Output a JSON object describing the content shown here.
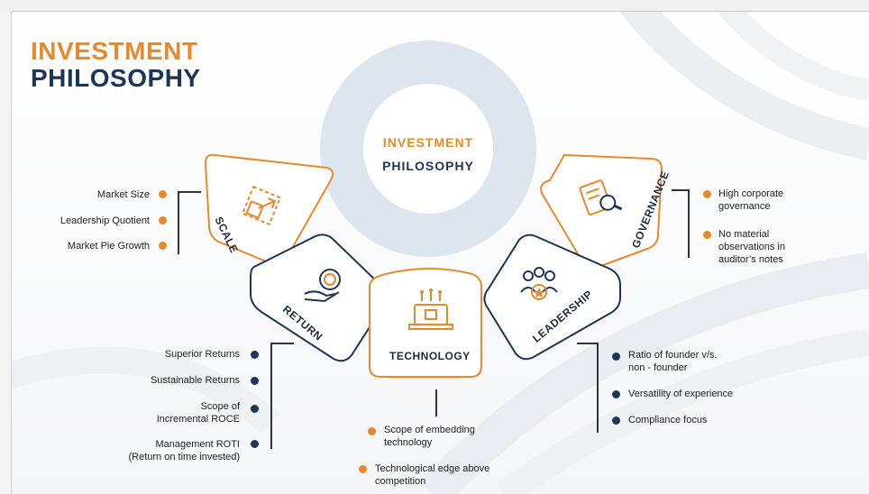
{
  "title": {
    "line1": "INVESTMENT",
    "line2": "PHILOSOPHY"
  },
  "center": {
    "line1": "INVESTMENT",
    "line2": "PHILOSOPHY"
  },
  "colors": {
    "orange": "#e8892b",
    "navy": "#1d3557",
    "circle": "#dde6ef"
  },
  "petals": {
    "scale": {
      "label": "SCALE",
      "icon": "scale-growth-icon"
    },
    "return": {
      "label": "RETURN",
      "icon": "coin-hand-icon"
    },
    "technology": {
      "label": "TECHNOLOGY",
      "icon": "laptop-circuit-icon"
    },
    "leadership": {
      "label": "LEADERSHIP",
      "icon": "team-star-icon"
    },
    "governance": {
      "label": "GOVERNANCE",
      "icon": "audit-magnifier-icon"
    }
  },
  "scale_points": [
    "Market Size",
    "Leadership Quotient",
    "Market Pie Growth"
  ],
  "return_points": [
    "Superior Returns",
    "Sustainable Returns",
    "Scope of\nIncremental ROCE",
    "Management ROTI\n(Return on time invested)"
  ],
  "technology_points": [
    "Scope of embedding\ntechnology",
    "Technological edge above\ncompetition"
  ],
  "leadership_points": [
    "Ratio of founder v/s.\nnon - founder",
    "Versatility of experience",
    "Compliance focus"
  ],
  "governance_points": [
    "High corporate\ngovernance",
    "No material\nobservations in\nauditor’s notes"
  ]
}
